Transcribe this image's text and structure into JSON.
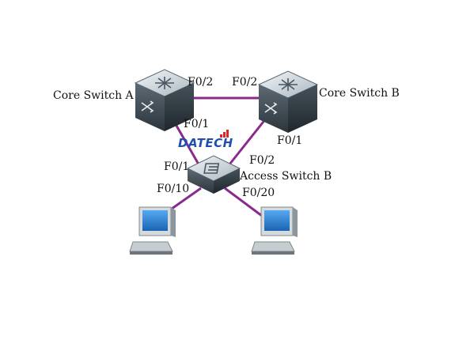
{
  "devices": {
    "core_a": {
      "name": "Core Switch A"
    },
    "core_b": {
      "name": "Core Switch B"
    },
    "access_b": {
      "name": "Access Switch B"
    }
  },
  "ports": {
    "a_to_b_at_a": "F0/2",
    "a_to_b_at_b": "F0/2",
    "a_to_access_at_a": "F0/1",
    "b_to_access_at_b": "F0/1",
    "access_to_a": "F0/1",
    "access_to_b": "F0/2",
    "access_to_pc1": "F0/10",
    "access_to_pc2": "F0/20"
  },
  "logo": {
    "text": "DATECH",
    "color": "#1f4fb0",
    "accent": "#d8262b"
  },
  "colors": {
    "link": "#8b2a8d",
    "switch_dark": "#3c4750",
    "switch_mid": "#8fa0ab",
    "switch_light": "#dfe6ea",
    "pc_blue": "#1e73c8"
  }
}
